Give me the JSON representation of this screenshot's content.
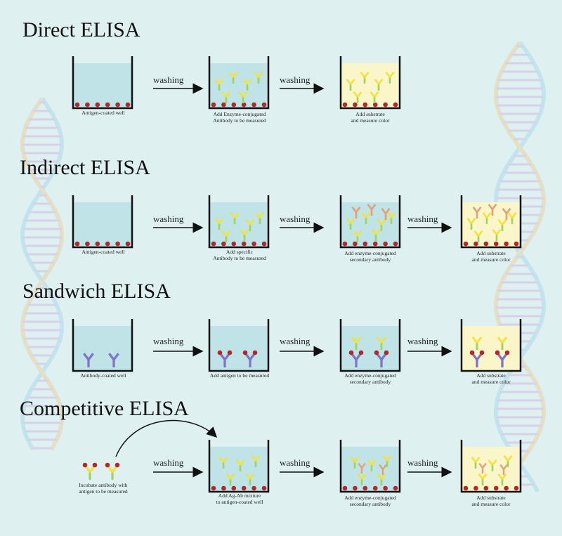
{
  "sections": [
    {
      "title": "Direct ELISA",
      "arrow_label": "washing",
      "captions": [
        "Antigen-coated well",
        "Add Enzyme-conjugated\nAntibody to be measured",
        "Add substrate\nand measure color"
      ]
    },
    {
      "title": "Indirect ELISA",
      "arrow_label": "washing",
      "captions": [
        "Antigen-coated well",
        "Add specific\nAntibody to be measured",
        "Add enzyme-conjugated\nsecondary antibody",
        "Add substrate\nand measure color"
      ]
    },
    {
      "title": "Sandwich ELISA",
      "arrow_label": "washing",
      "captions": [
        "Antibody-coated well",
        "Add antigen to be measured",
        "Add enzyme-conjugated\nsecondary antibody",
        "Add substrate\nand measure color"
      ]
    },
    {
      "title": "Competitive ELISA",
      "arrow_label": "washing",
      "captions": [
        "Incubate antibody with\nantigen to be measured",
        "Add Ag-Ab mixture\nto antigen-coated well",
        "Add enzyme-conjugated\nsecondary antibody",
        "Add substrate\nand measure color"
      ]
    }
  ],
  "colors": {
    "background": "#dff0f1",
    "well_liquid": "#bfe3e6",
    "substrate": "#fbf6c9",
    "antigen": "#b3262c",
    "capture_antibody": "#7f74c6",
    "primary_antibody": "#9fd46a",
    "secondary_antibody": "#e3a07a",
    "enzyme_arm": "#f2e23e"
  }
}
